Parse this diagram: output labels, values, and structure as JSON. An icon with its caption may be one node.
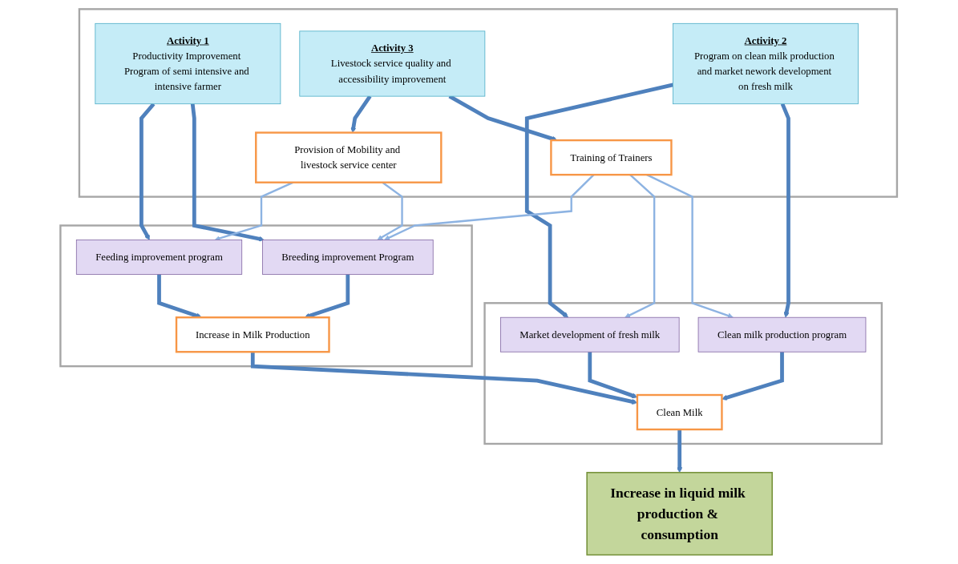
{
  "diagram": {
    "nodes": [
      {
        "text": [],
        "shape": "box"
      },
      {
        "text": [
          "Activity 1",
          "Productivity Improvement Program of semi intensive and intensive farmer"
        ],
        "in": 0
      },
      {
        "text": [
          "Activity 3",
          "Livestock service quality and accessibility improvement"
        ],
        "in": 0
      },
      {
        "text": [
          "Activity 2",
          "Program on clean milk production and market nework development on fresh milk"
        ],
        "in": 0
      },
      {
        "text": [
          "Provision of Mobility and livestock service center"
        ],
        "in": 0
      },
      {
        "text": [
          "Training of Trainers"
        ],
        "in": 0
      },
      {
        "text": [],
        "shape": "box"
      },
      {
        "text": [
          "Feeding improvement program"
        ],
        "in": 6
      },
      {
        "text": [
          "Breeding improvement Program"
        ],
        "in": 6
      },
      {
        "text": [
          "Increase in Milk Production"
        ],
        "in": 6
      },
      {
        "text": [],
        "shape": "box"
      },
      {
        "text": [
          "Market development of fresh milk"
        ],
        "in": 10
      },
      {
        "text": [
          "Clean milk production program"
        ],
        "in": 10
      },
      {
        "text": [
          "Clean Milk"
        ],
        "in": 10
      },
      {
        "text": [
          "Increase in liquid milk production & consumption"
        ]
      }
    ],
    "edges": [
      {
        "from": 1,
        "to": 7,
        "arrow": "to"
      },
      {
        "from": 1,
        "to": 8,
        "arrow": "to"
      },
      {
        "from": 2,
        "to": 4,
        "arrow": "to"
      },
      {
        "from": 2,
        "to": 5,
        "arrow": "to"
      },
      {
        "from": 3,
        "to": 11,
        "arrow": "to"
      },
      {
        "from": 3,
        "to": 12,
        "arrow": "to"
      },
      {
        "from": 4,
        "to": 7,
        "arrow": "to",
        "color": "#8db3e2"
      },
      {
        "from": 4,
        "to": 8,
        "arrow": "to",
        "color": "#8db3e2"
      },
      {
        "from": 5,
        "to": 8,
        "arrow": "to",
        "color": "#8db3e2"
      },
      {
        "from": 5,
        "to": 11,
        "arrow": "to",
        "color": "#8db3e2"
      },
      {
        "from": 5,
        "to": 12,
        "arrow": "to",
        "color": "#8db3e2"
      },
      {
        "from": 7,
        "to": 9,
        "arrow": "to"
      },
      {
        "from": 8,
        "to": 9,
        "arrow": "to"
      },
      {
        "from": 11,
        "to": 13,
        "arrow": "to"
      },
      {
        "from": 12,
        "to": 13,
        "arrow": "to"
      },
      {
        "from": 9,
        "to": 13,
        "arrow": "to"
      },
      {
        "from": 13,
        "to": 14,
        "arrow": "to"
      }
    ]
  }
}
